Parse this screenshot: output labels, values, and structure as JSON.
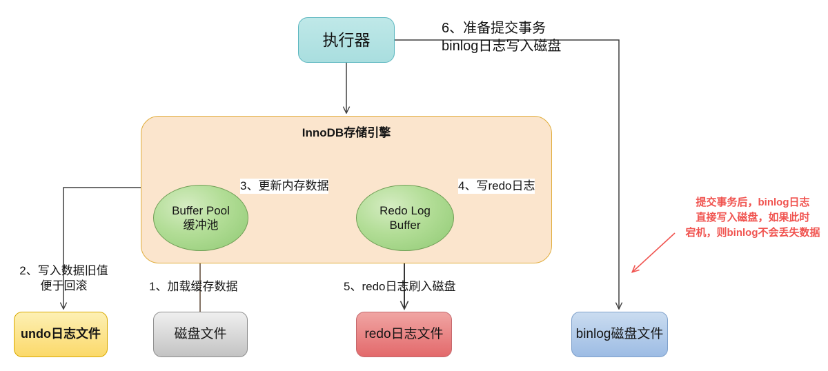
{
  "diagram": {
    "title_node": {
      "label": "执行器"
    },
    "innodb": {
      "title": "InnoDB存储引擎",
      "buffer_pool": "Buffer Pool\n缓冲池",
      "redo_log_buffer": "Redo Log\nBuffer"
    },
    "files": {
      "undo": "undo日志文件",
      "disk": "磁盘文件",
      "redo": "redo日志文件",
      "binlog": "binlog磁盘文件"
    },
    "steps": {
      "step1": "1、加载缓存数据",
      "step2": "2、写入数据旧值\n便于回滚",
      "step3": "3、更新内存数据",
      "step4": "4、写redo日志",
      "step5": "5、redo日志刷入磁盘",
      "step6": "6、准备提交事务\nbinlog日志写入磁盘"
    },
    "annotation": {
      "note": "提交事务后，binlog日志\n直接写入磁盘，如果此时\n宕机，则binlog不会丢失数据"
    },
    "colors": {
      "executor": "#a9dedf",
      "innodb": "#fbe5cd",
      "innodb_border": "#e0ac3a",
      "ellipse": "#8fc973",
      "undo": "#fbd96a",
      "disk": "#c3c3c3",
      "redo": "#e3696b",
      "binlog": "#9dbce4",
      "annotation": "#f0534f",
      "connector": "#3f3f3f",
      "loop_connector": "#5b4632"
    }
  }
}
